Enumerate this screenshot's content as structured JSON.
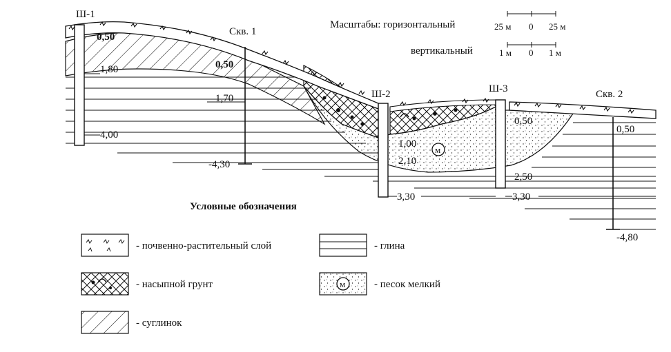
{
  "wells": {
    "sh1": "Ш-1",
    "sh2": "Ш-2",
    "sh3": "Ш-3",
    "skv1": "Скв. 1",
    "skv2": "Скв. 2"
  },
  "depths": {
    "sh1_a": "0,50",
    "sh1_b": "1,80",
    "sh1_c": "4,00",
    "skv1_a": "0,50",
    "skv1_b": "1,70",
    "skv1_c": "-4,30",
    "sh2_a": "1,00",
    "sh2_b": "2,10",
    "sh2_c": "3,30",
    "sh3_a": "0,50",
    "sh3_b": "2,50",
    "sh3_c": "3,30",
    "skv2_a": "0,50",
    "skv2_b": "-4,80"
  },
  "sand_symbol": "м",
  "scales": {
    "label_horizontal": "Масштабы: горизонтальный",
    "label_vertical": "вертикальный",
    "h_left": "25 м",
    "h_zero": "0",
    "h_right": "25 м",
    "v_left": "1 м",
    "v_zero": "0",
    "v_right": "1 м"
  },
  "legend": {
    "title": "Условные обозначения",
    "items": [
      {
        "key": "soil",
        "label": "- почвенно-растительный слой"
      },
      {
        "key": "fill",
        "label": "- насыпной грунт"
      },
      {
        "key": "loam",
        "label": "- суглинок"
      },
      {
        "key": "clay",
        "label": "- глина"
      },
      {
        "key": "sand",
        "label": "- песок мелкий"
      }
    ]
  }
}
